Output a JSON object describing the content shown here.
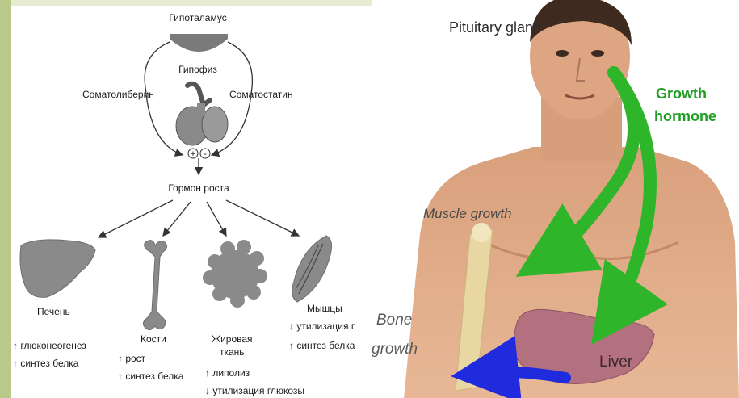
{
  "left_diagram": {
    "hypothalamus": "Гипоталамус",
    "pituitary": "Гипофиз",
    "somatoliberin": "Соматолиберин",
    "somatostatin": "Соматостатин",
    "plus_sign": "+",
    "minus_sign": "-",
    "growth_hormone": "Гормон роста",
    "liver": {
      "title": "Печень",
      "effects": [
        "↑ глюконеогенез",
        "↑ синтез белка"
      ]
    },
    "bones": {
      "title": "Кости",
      "effects": [
        "↑ рост",
        "↑ синтез белка"
      ]
    },
    "fat": {
      "title_line1": "Жировая",
      "title_line2": "ткань",
      "effects": [
        "↑ липолиз",
        "↓ утилизация глюкозы"
      ]
    },
    "muscle": {
      "title": "Мышцы",
      "effects": [
        "↓ утилизация г",
        "↑ синтез белка"
      ]
    }
  },
  "right_diagram": {
    "pituitary_gland": "Pituitary gland",
    "growth_hormone_line1": "Growth",
    "growth_hormone_line2": "hormone",
    "muscle_growth": "Muscle growth",
    "bone_growth_line1": "Bone",
    "bone_growth_line2": "growth",
    "liver": "Liver",
    "colors": {
      "green_arrow": "#2fb52a",
      "blue_arrow": "#1f2bdc",
      "skin": "#e3b08c",
      "liver": "#b3707f"
    }
  }
}
